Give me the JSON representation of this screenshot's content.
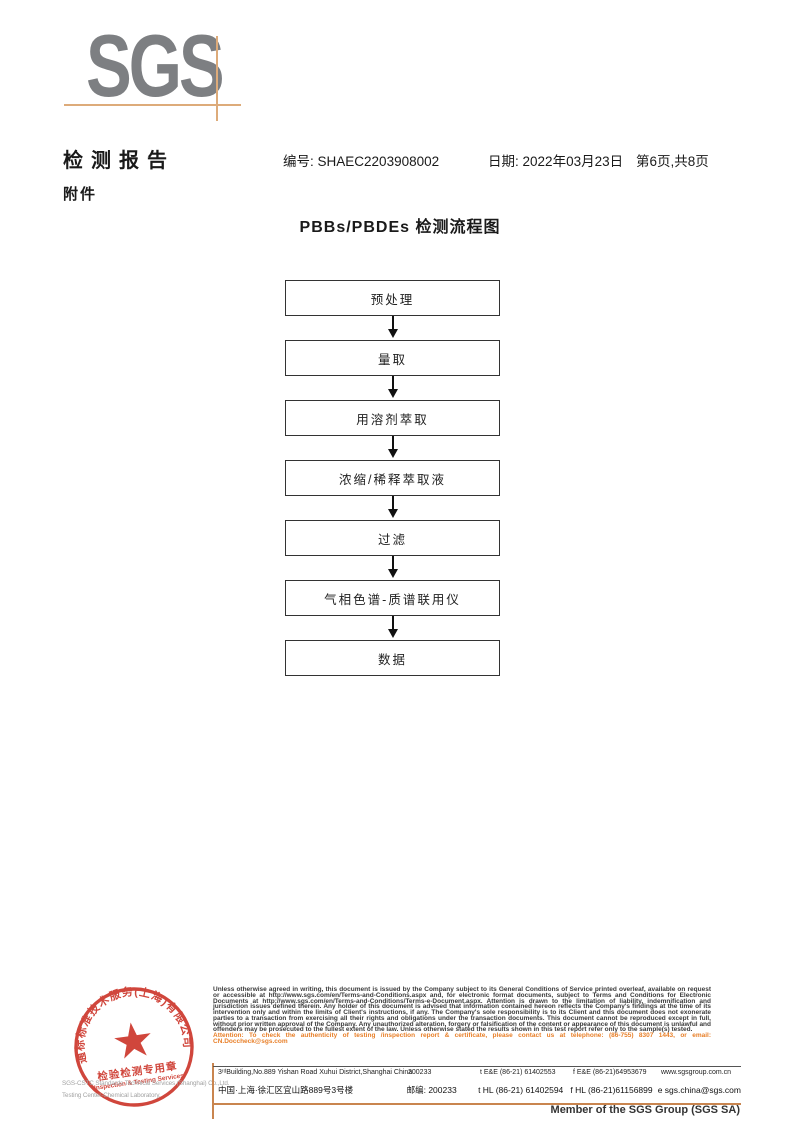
{
  "logo": {
    "text": "SGS"
  },
  "header": {
    "report_title": "检测报告",
    "no_label": "编号:",
    "report_no": "SHAEC2203908002",
    "date_label": "日期:",
    "date_value": "2022年03月23日",
    "page_info": "第6页,共8页",
    "attachment_label": "附件"
  },
  "flowchart": {
    "title": "PBBs/PBDEs 检测流程图",
    "steps": [
      "预处理",
      "量取",
      "用溶剂萃取",
      "浓缩/稀释萃取液",
      "过滤",
      "气相色谱-质谱联用仪",
      "数据"
    ]
  },
  "stamp": {
    "company_ring": "通标标准技术服务(上海)有限公司",
    "seal_line1": "检验检测专用章",
    "seal_line2": "Inspection & Testing Services",
    "caption_line1": "SGS-CSTC Standards Technical Services (Shanghai) Co.,Ltd.",
    "caption_line2": "Testing Center-Chemical Laboratory.",
    "seal_color": "#cd372c"
  },
  "footer": {
    "legal_text": "Unless otherwise agreed in writing, this document is issued by the Company subject to its General Conditions of Service printed overleaf, available on request or accessible at http://www.sgs.com/en/Terms-and-Conditions.aspx and, for electronic format documents, subject to Terms and Conditions for Electronic Documents at http://www.sgs.com/en/Terms-and-Conditions/Terms-e-Document.aspx. Attention is drawn to the limitation of liability, indemnification and jurisdiction issues defined therein. Any holder of this document is advised that information contained hereon reflects the Company's findings at the time of its intervention only and within the limits of Client's instructions, if any. The Company's sole responsibility is to its Client and this document does not exonerate parties to a transaction from exercising all their rights and obligations under the transaction documents. This document cannot be reproduced except in full, without prior written approval of the Company. Any unauthorized alteration, forgery or falsification of the content or appearance of this document is unlawful and offenders may be prosecuted to the fullest extent of the law. Unless otherwise stated the results shown in this test report refer only to the sample(s) tested.",
    "attention_text": "Attention: To check the authenticity of testing /inspection report & certificate, please contact us at telephone: (86-755) 8307 1443, or email: CN.Doccheck@sgs.com",
    "address": {
      "addr_en": "3ʳᵈBuilding,No.889 Yishan Road Xuhui District,Shanghai China",
      "zip_en": "200233",
      "tel_en": "t E&E (86-21) 61402553",
      "fax_en": "f E&E (86-21)64953679",
      "web": "www.sgsgroup.com.cn",
      "addr_cn": "中国·上海·徐汇区宜山路889号3号楼",
      "zip_cn": "邮编: 200233",
      "tel_cn": "t HL (86-21) 61402594",
      "fax_cn": "f HL (86-21)61156899",
      "email": "e  sgs.china@sgs.com"
    },
    "member_line": "Member of the SGS Group (SGS SA)"
  }
}
